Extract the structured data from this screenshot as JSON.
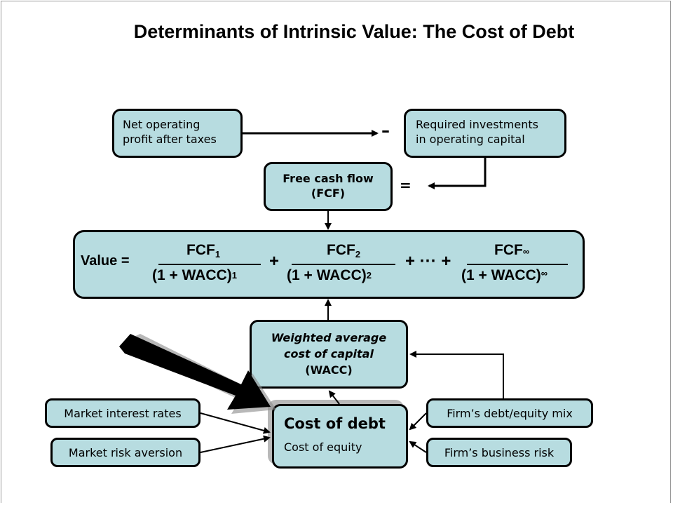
{
  "title": "Determinants of Intrinsic Value: The Cost of Debt",
  "nopat": {
    "line1": "Net operating",
    "line2": "profit after taxes"
  },
  "investments": {
    "line1": "Required investments",
    "line2": "in operating capital"
  },
  "minus_sign": "–",
  "equals_sign": "=",
  "fcf": {
    "line1": "Free cash flow",
    "line2": "(FCF)"
  },
  "value_formula": {
    "lhs": "Value =",
    "term1": {
      "num": "FCF",
      "num_sub": "1",
      "den": "(1 + WACC)",
      "den_sup": "1"
    },
    "plus1": "+",
    "term2": {
      "num": "FCF",
      "num_sub": "2",
      "den": "(1 + WACC)",
      "den_sup": "2"
    },
    "ellipsis": "+ ··· +",
    "term3": {
      "num": "FCF",
      "num_sub": "∞",
      "den": "(1 + WACC)",
      "den_sup": "∞"
    }
  },
  "wacc": {
    "line1": "Weighted average",
    "line2": "cost of capital",
    "line3": "(WACC)"
  },
  "cost_box": {
    "primary": "Cost of debt",
    "secondary": "Cost of equity"
  },
  "market_interest": "Market interest rates",
  "market_risk": "Market risk aversion",
  "debt_equity": "Firm’s debt/equity mix",
  "business_risk": "Firm’s business risk",
  "colors": {
    "box_fill": "#b7dce0",
    "border": "#000000"
  }
}
